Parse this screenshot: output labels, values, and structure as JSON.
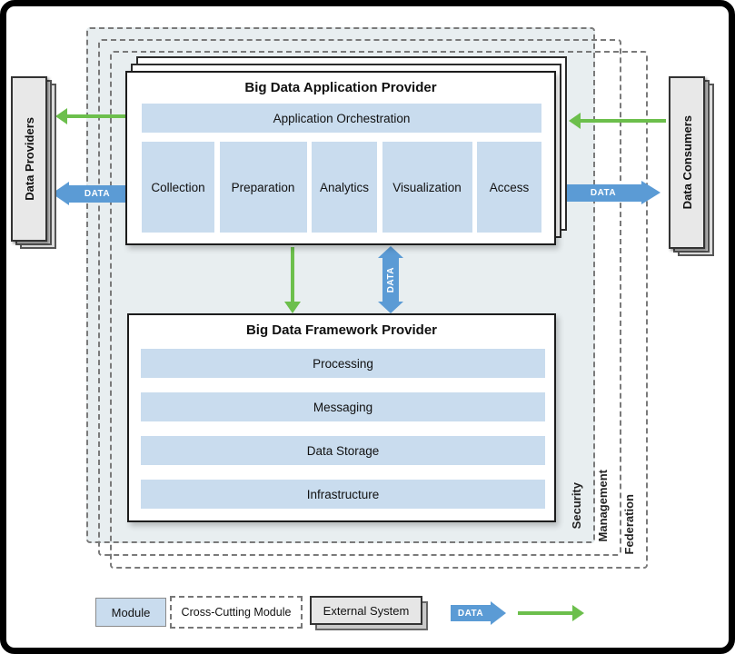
{
  "external_systems": {
    "providers_label": "Data Providers",
    "consumers_label": "Data Consumers"
  },
  "application_provider": {
    "title": "Big Data Application Provider",
    "orchestration_label": "Application Orchestration",
    "modules": [
      "Collection",
      "Preparation",
      "Analytics",
      "Visualization",
      "Access"
    ]
  },
  "framework_provider": {
    "title": "Big Data Framework Provider",
    "layers": [
      "Processing",
      "Messaging",
      "Data Storage",
      "Infrastructure"
    ]
  },
  "cross_cutting": {
    "labels": [
      "Security",
      "Management",
      "Federation"
    ]
  },
  "arrows": {
    "data_label": "DATA"
  },
  "legend": {
    "module_label": "Module",
    "cross_cutting_label": "Cross-Cutting Module",
    "external_label": "External System",
    "data_arrow_label": "DATA"
  },
  "colors": {
    "module_fill": "#c9dcee",
    "security_fill": "#e8eef0",
    "blue_arrow": "#5b9bd5",
    "green_arrow": "#6cbf4c",
    "external_fill": "#e8e8e8"
  }
}
